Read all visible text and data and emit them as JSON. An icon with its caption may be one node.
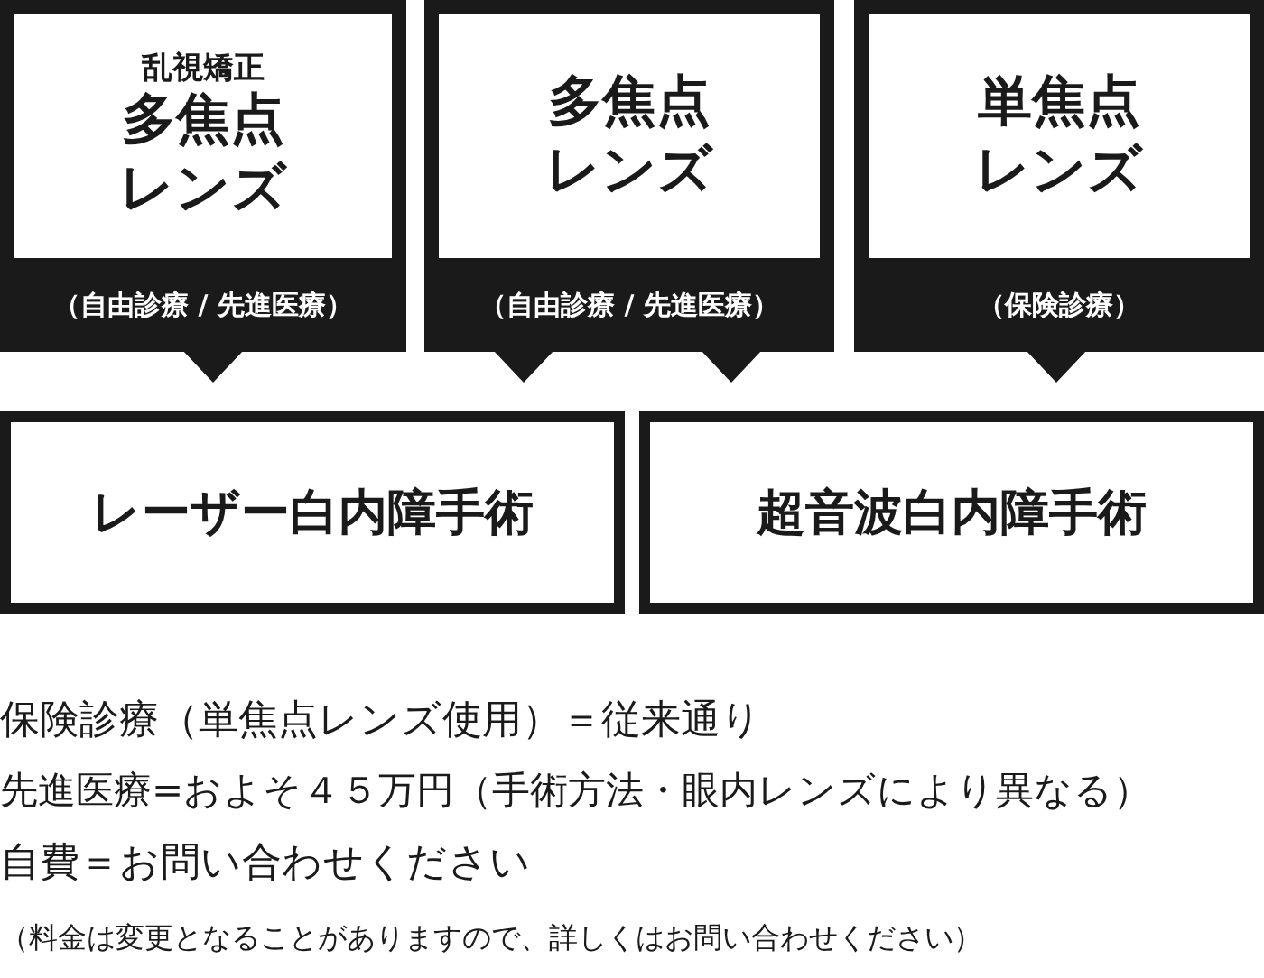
{
  "diagram": {
    "nodes": [
      {
        "text": [
          "乱視矯正",
          "多焦点レンズ",
          "（自由診療 / 先進医療）"
        ]
      },
      {
        "text": [
          "多焦点レンズ",
          "（自由診療 / 先進医療）"
        ]
      },
      {
        "text": [
          "単焦点レンズ",
          "（保険診療）"
        ]
      },
      {
        "text": [
          "レーザー白内障手術"
        ]
      },
      {
        "text": [
          "超音波白内障手術"
        ]
      }
    ],
    "edges": [
      {
        "from": 0,
        "to": 3,
        "arrow": "to"
      },
      {
        "from": 1,
        "to": 3,
        "arrow": "to"
      },
      {
        "from": 1,
        "to": 4,
        "arrow": "to"
      },
      {
        "from": 2,
        "to": 4,
        "arrow": "to"
      }
    ],
    "labels": [
      "保険診療（単焦点レンズ使用）＝従来通り",
      "先進医療=およそ４５万円（手術方法・眼内レンズにより異なる）",
      "自費＝お問い合わせください",
      "（料金は変更となることがありますので、詳しくはお問い合わせください）"
    ]
  }
}
